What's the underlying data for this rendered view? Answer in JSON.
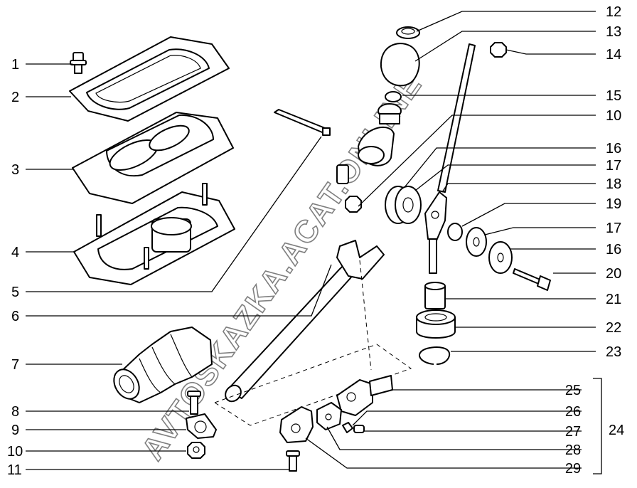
{
  "watermark": "AVTOSKAZKA.ACAT.ONLINE",
  "callouts_left": [
    "1",
    "2",
    "3",
    "4",
    "5",
    "6",
    "7",
    "8",
    "9",
    "10",
    "11"
  ],
  "callouts_right": [
    "12",
    "13",
    "14",
    "15",
    "10",
    "16",
    "17",
    "18",
    "19",
    "17",
    "16",
    "20",
    "21",
    "22",
    "23",
    "25",
    "26",
    "27",
    "28",
    "29"
  ],
  "group_label": "24"
}
